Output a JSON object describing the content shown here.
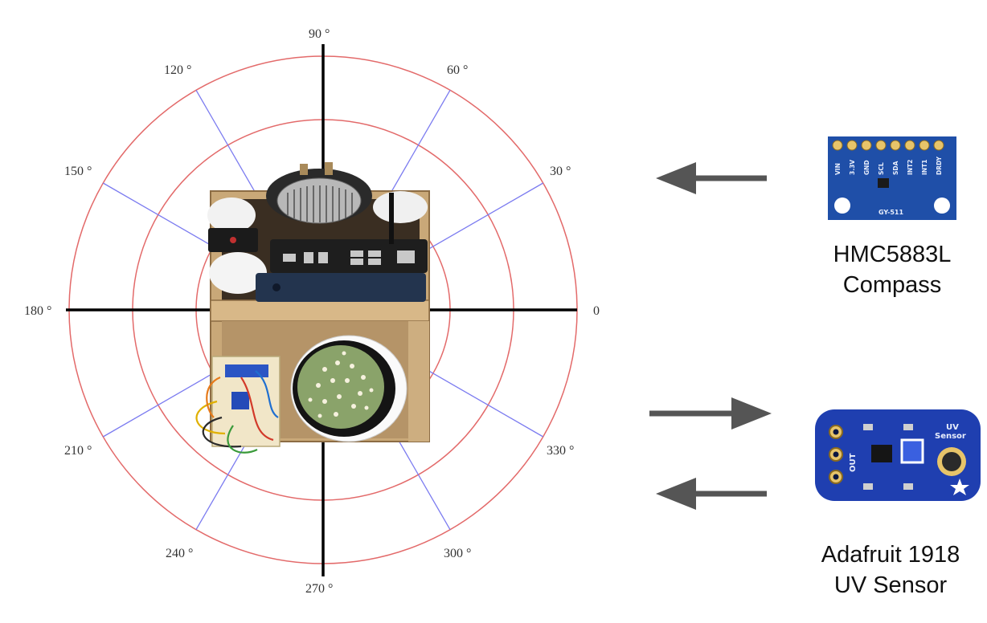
{
  "polar_plot": {
    "angle_labels": [
      "0",
      "30 °",
      "60 °",
      "90 °",
      "120 °",
      "150 °",
      "180 °",
      "210 °",
      "240 °",
      "270 °",
      "300 °",
      "330 °"
    ],
    "ring_color": "#e36a6a",
    "spoke_color": "#7b7bf0",
    "axis_color": "#000000"
  },
  "compass": {
    "label_line1": "HMC5883L",
    "label_line2": "Compass",
    "pins": [
      "VIN",
      "3.3V",
      "GND",
      "SCL",
      "SDA",
      "INT2",
      "INT1",
      "DRDY"
    ],
    "board_text": "GY-511",
    "board_color": "#1f4fa8"
  },
  "uv_sensor": {
    "label_line1": "Adafruit 1918",
    "label_line2": "UV Sensor",
    "board_text_1": "UV",
    "board_text_2": "Sensor",
    "pin_text": "OUT",
    "board_color": "#1f3fb0"
  },
  "arrow_color": "#555555"
}
